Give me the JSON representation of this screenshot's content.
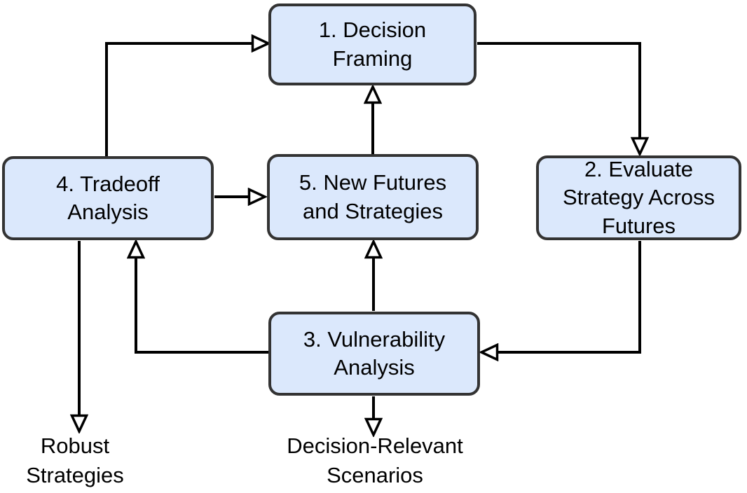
{
  "diagram": {
    "type": "flowchart",
    "colors": {
      "background": "#ffffff",
      "node_fill": "#dbe8fc",
      "node_border": "#333333",
      "arrow_stroke": "#000000",
      "arrowhead_fill": "#ffffff",
      "text": "#000000"
    },
    "nodes": [
      {
        "id": "decision-framing",
        "label": "1. Decision\nFraming"
      },
      {
        "id": "evaluate-strategy",
        "label": "2. Evaluate\nStrategy Across\nFutures"
      },
      {
        "id": "vulnerability-analysis",
        "label": "3. Vulnerability\nAnalysis"
      },
      {
        "id": "tradeoff-analysis",
        "label": "4. Tradeoff\nAnalysis"
      },
      {
        "id": "new-futures",
        "label": "5. New Futures\nand Strategies"
      }
    ],
    "outputs": [
      {
        "id": "robust-strategies",
        "label": "Robust\nStrategies"
      },
      {
        "id": "decision-relevant-scenarios",
        "label": "Decision-Relevant\nScenarios"
      }
    ],
    "edges": [
      {
        "from": "tradeoff-analysis",
        "to": "decision-framing",
        "arrowhead": "open-triangle"
      },
      {
        "from": "new-futures",
        "to": "decision-framing",
        "arrowhead": "open-triangle"
      },
      {
        "from": "decision-framing",
        "to": "evaluate-strategy",
        "arrowhead": "open-triangle"
      },
      {
        "from": "evaluate-strategy",
        "to": "vulnerability-analysis",
        "arrowhead": "open-triangle"
      },
      {
        "from": "vulnerability-analysis",
        "to": "tradeoff-analysis",
        "arrowhead": "open-triangle"
      },
      {
        "from": "vulnerability-analysis",
        "to": "new-futures",
        "arrowhead": "open-triangle"
      },
      {
        "from": "tradeoff-analysis",
        "to": "new-futures",
        "arrowhead": "open-triangle"
      },
      {
        "from": "tradeoff-analysis",
        "to": "robust-strategies",
        "arrowhead": "open-triangle"
      },
      {
        "from": "vulnerability-analysis",
        "to": "decision-relevant-scenarios",
        "arrowhead": "open-triangle"
      }
    ]
  }
}
